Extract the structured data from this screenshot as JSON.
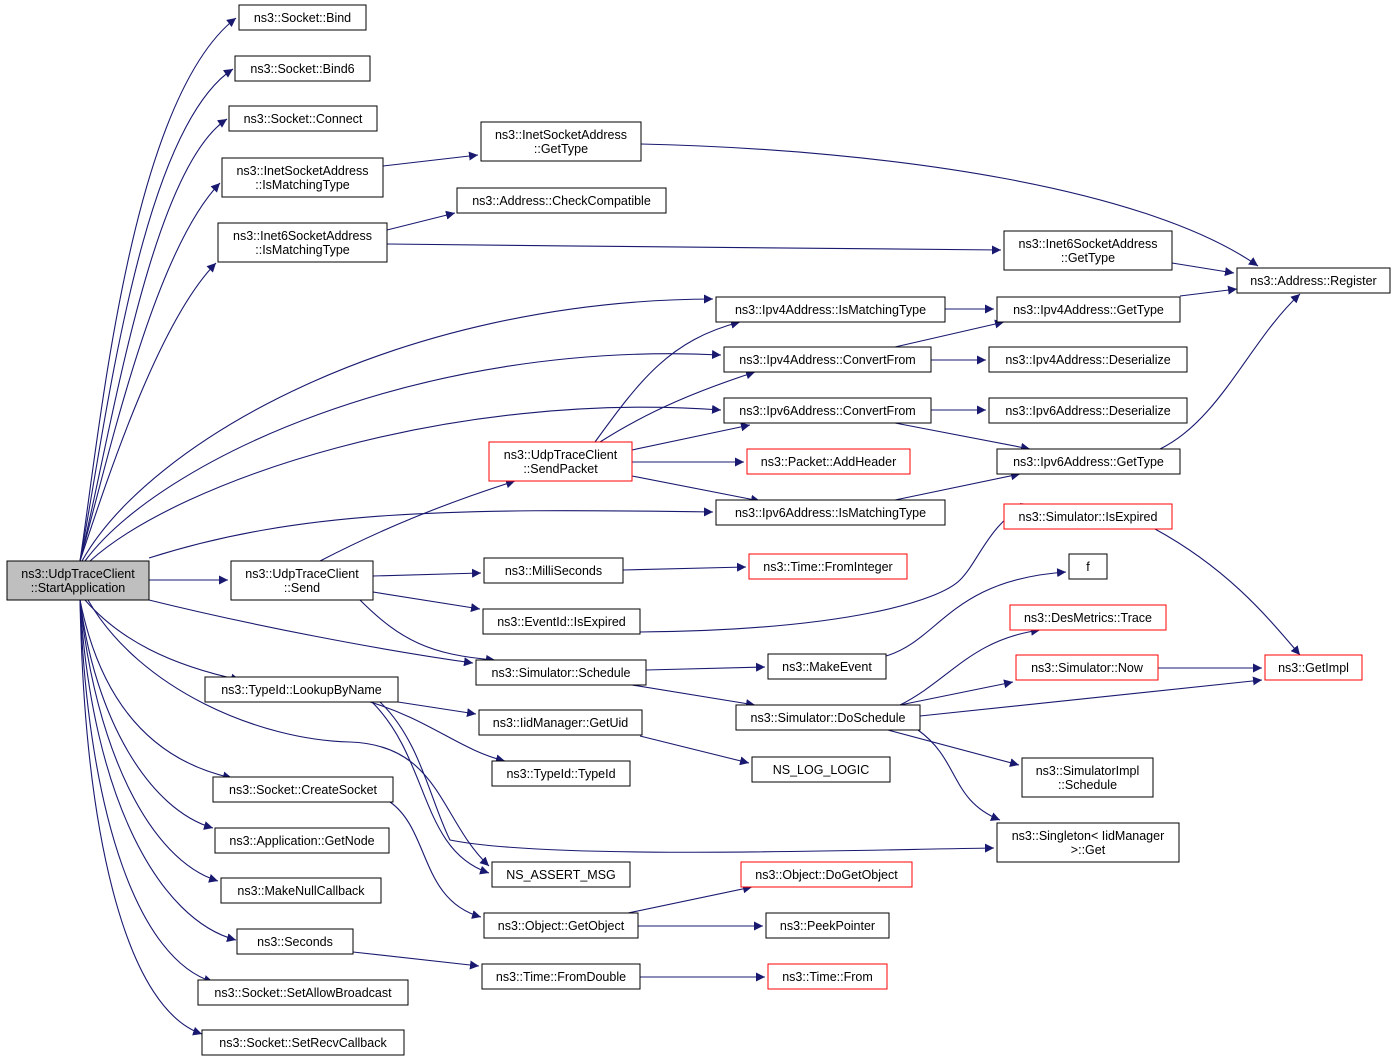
{
  "graph": {
    "edge_color": "#191970",
    "node_border": "#000000",
    "missing_node_border": "#ff0000",
    "root_fill": "#bfbfbf",
    "nodes": [
      {
        "id": "root",
        "lines": [
          "ns3::UdpTraceClient",
          "::StartApplication"
        ],
        "style": "root"
      },
      {
        "id": "bind",
        "lines": [
          "ns3::Socket::Bind"
        ]
      },
      {
        "id": "bind6",
        "lines": [
          "ns3::Socket::Bind6"
        ]
      },
      {
        "id": "connect",
        "lines": [
          "ns3::Socket::Connect"
        ]
      },
      {
        "id": "inetMatch",
        "lines": [
          "ns3::InetSocketAddress",
          "::IsMatchingType"
        ]
      },
      {
        "id": "inet6Match",
        "lines": [
          "ns3::Inet6SocketAddress",
          "::IsMatchingType"
        ]
      },
      {
        "id": "inetGetType",
        "lines": [
          "ns3::InetSocketAddress",
          "::GetType"
        ]
      },
      {
        "id": "checkCompat",
        "lines": [
          "ns3::Address::CheckCompatible"
        ]
      },
      {
        "id": "inet6GetType",
        "lines": [
          "ns3::Inet6SocketAddress",
          "::GetType"
        ]
      },
      {
        "id": "addrRegister",
        "lines": [
          "ns3::Address::Register"
        ]
      },
      {
        "id": "ipv4Match",
        "lines": [
          "ns3::Ipv4Address::IsMatchingType"
        ]
      },
      {
        "id": "ipv4GetType",
        "lines": [
          "ns3::Ipv4Address::GetType"
        ]
      },
      {
        "id": "ipv4Convert",
        "lines": [
          "ns3::Ipv4Address::ConvertFrom"
        ]
      },
      {
        "id": "ipv4Deser",
        "lines": [
          "ns3::Ipv4Address::Deserialize"
        ]
      },
      {
        "id": "ipv6Convert",
        "lines": [
          "ns3::Ipv6Address::ConvertFrom"
        ]
      },
      {
        "id": "ipv6Deser",
        "lines": [
          "ns3::Ipv6Address::Deserialize"
        ]
      },
      {
        "id": "sendPacket",
        "lines": [
          "ns3::UdpTraceClient",
          "::SendPacket"
        ],
        "style": "red"
      },
      {
        "id": "addHeader",
        "lines": [
          "ns3::Packet::AddHeader"
        ],
        "style": "red"
      },
      {
        "id": "ipv6GetType",
        "lines": [
          "ns3::Ipv6Address::GetType"
        ]
      },
      {
        "id": "ipv6Match",
        "lines": [
          "ns3::Ipv6Address::IsMatchingType"
        ]
      },
      {
        "id": "simIsExpired",
        "lines": [
          "ns3::Simulator::IsExpired"
        ],
        "style": "red"
      },
      {
        "id": "send",
        "lines": [
          "ns3::UdpTraceClient",
          "::Send"
        ]
      },
      {
        "id": "milli",
        "lines": [
          "ns3::MilliSeconds"
        ]
      },
      {
        "id": "fromInteger",
        "lines": [
          "ns3::Time::FromInteger"
        ],
        "style": "red"
      },
      {
        "id": "f",
        "lines": [
          "f"
        ]
      },
      {
        "id": "eventExpired",
        "lines": [
          "ns3::EventId::IsExpired"
        ]
      },
      {
        "id": "desTrace",
        "lines": [
          "ns3::DesMetrics::Trace"
        ],
        "style": "red"
      },
      {
        "id": "schedule",
        "lines": [
          "ns3::Simulator::Schedule"
        ]
      },
      {
        "id": "makeEvent",
        "lines": [
          "ns3::MakeEvent"
        ]
      },
      {
        "id": "simNow",
        "lines": [
          "ns3::Simulator::Now"
        ],
        "style": "red"
      },
      {
        "id": "getImpl",
        "lines": [
          "ns3::GetImpl"
        ],
        "style": "red"
      },
      {
        "id": "lookup",
        "lines": [
          "ns3::TypeId::LookupByName"
        ]
      },
      {
        "id": "doSchedule",
        "lines": [
          "ns3::Simulator::DoSchedule"
        ]
      },
      {
        "id": "getUid",
        "lines": [
          "ns3::IidManager::GetUid"
        ]
      },
      {
        "id": "typeId",
        "lines": [
          "ns3::TypeId::TypeId"
        ]
      },
      {
        "id": "nsLogLogic",
        "lines": [
          "NS_LOG_LOGIC"
        ]
      },
      {
        "id": "implSchedule",
        "lines": [
          "ns3::SimulatorImpl",
          "::Schedule"
        ]
      },
      {
        "id": "createSocket",
        "lines": [
          "ns3::Socket::CreateSocket"
        ]
      },
      {
        "id": "singletonGet",
        "lines": [
          "ns3::Singleton< IidManager",
          " >::Get"
        ]
      },
      {
        "id": "getNode",
        "lines": [
          "ns3::Application::GetNode"
        ]
      },
      {
        "id": "nsAssert",
        "lines": [
          "NS_ASSERT_MSG"
        ]
      },
      {
        "id": "doGetObject",
        "lines": [
          "ns3::Object::DoGetObject"
        ],
        "style": "red"
      },
      {
        "id": "makeNull",
        "lines": [
          "ns3::MakeNullCallback"
        ]
      },
      {
        "id": "getObject",
        "lines": [
          "ns3::Object::GetObject"
        ]
      },
      {
        "id": "peekPointer",
        "lines": [
          "ns3::PeekPointer"
        ]
      },
      {
        "id": "seconds",
        "lines": [
          "ns3::Seconds"
        ]
      },
      {
        "id": "fromDouble",
        "lines": [
          "ns3::Time::FromDouble"
        ]
      },
      {
        "id": "timeFrom",
        "lines": [
          "ns3::Time::From"
        ],
        "style": "red"
      },
      {
        "id": "allowBroadcast",
        "lines": [
          "ns3::Socket::SetAllowBroadcast"
        ]
      },
      {
        "id": "recvCallback",
        "lines": [
          "ns3::Socket::SetRecvCallback"
        ]
      }
    ]
  }
}
